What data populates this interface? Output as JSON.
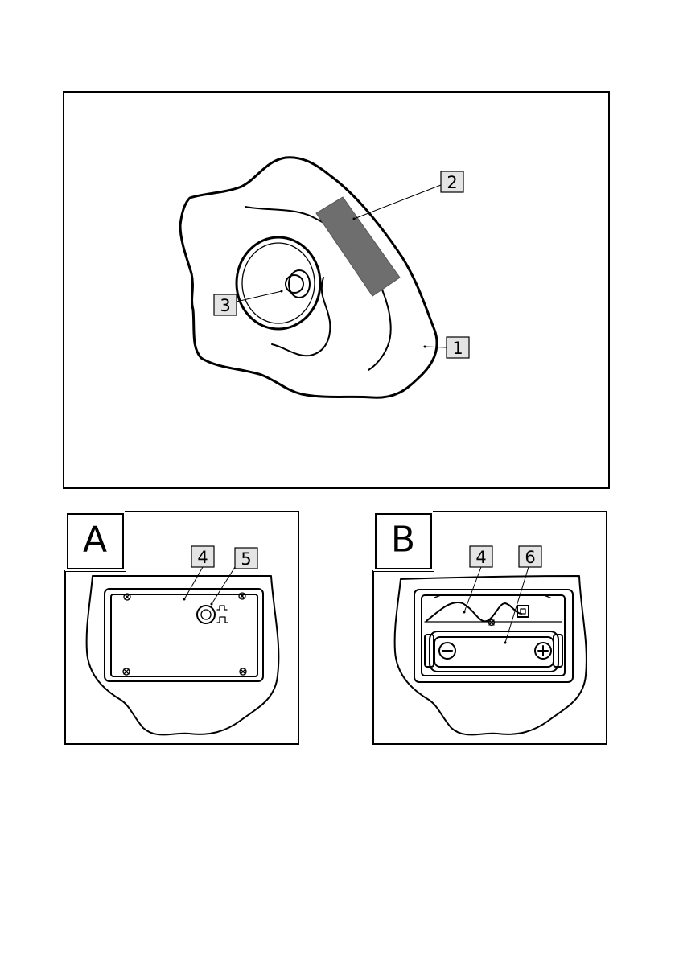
{
  "main_figure": {
    "callouts": [
      "1",
      "2",
      "3"
    ]
  },
  "panel_a": {
    "letter": "A",
    "callouts": [
      "4",
      "5"
    ]
  },
  "panel_b": {
    "letter": "B",
    "callouts": [
      "4",
      "6"
    ]
  },
  "colors": {
    "solar_panel": "#6e6e6e",
    "label_fill": "#e4e4e4"
  }
}
